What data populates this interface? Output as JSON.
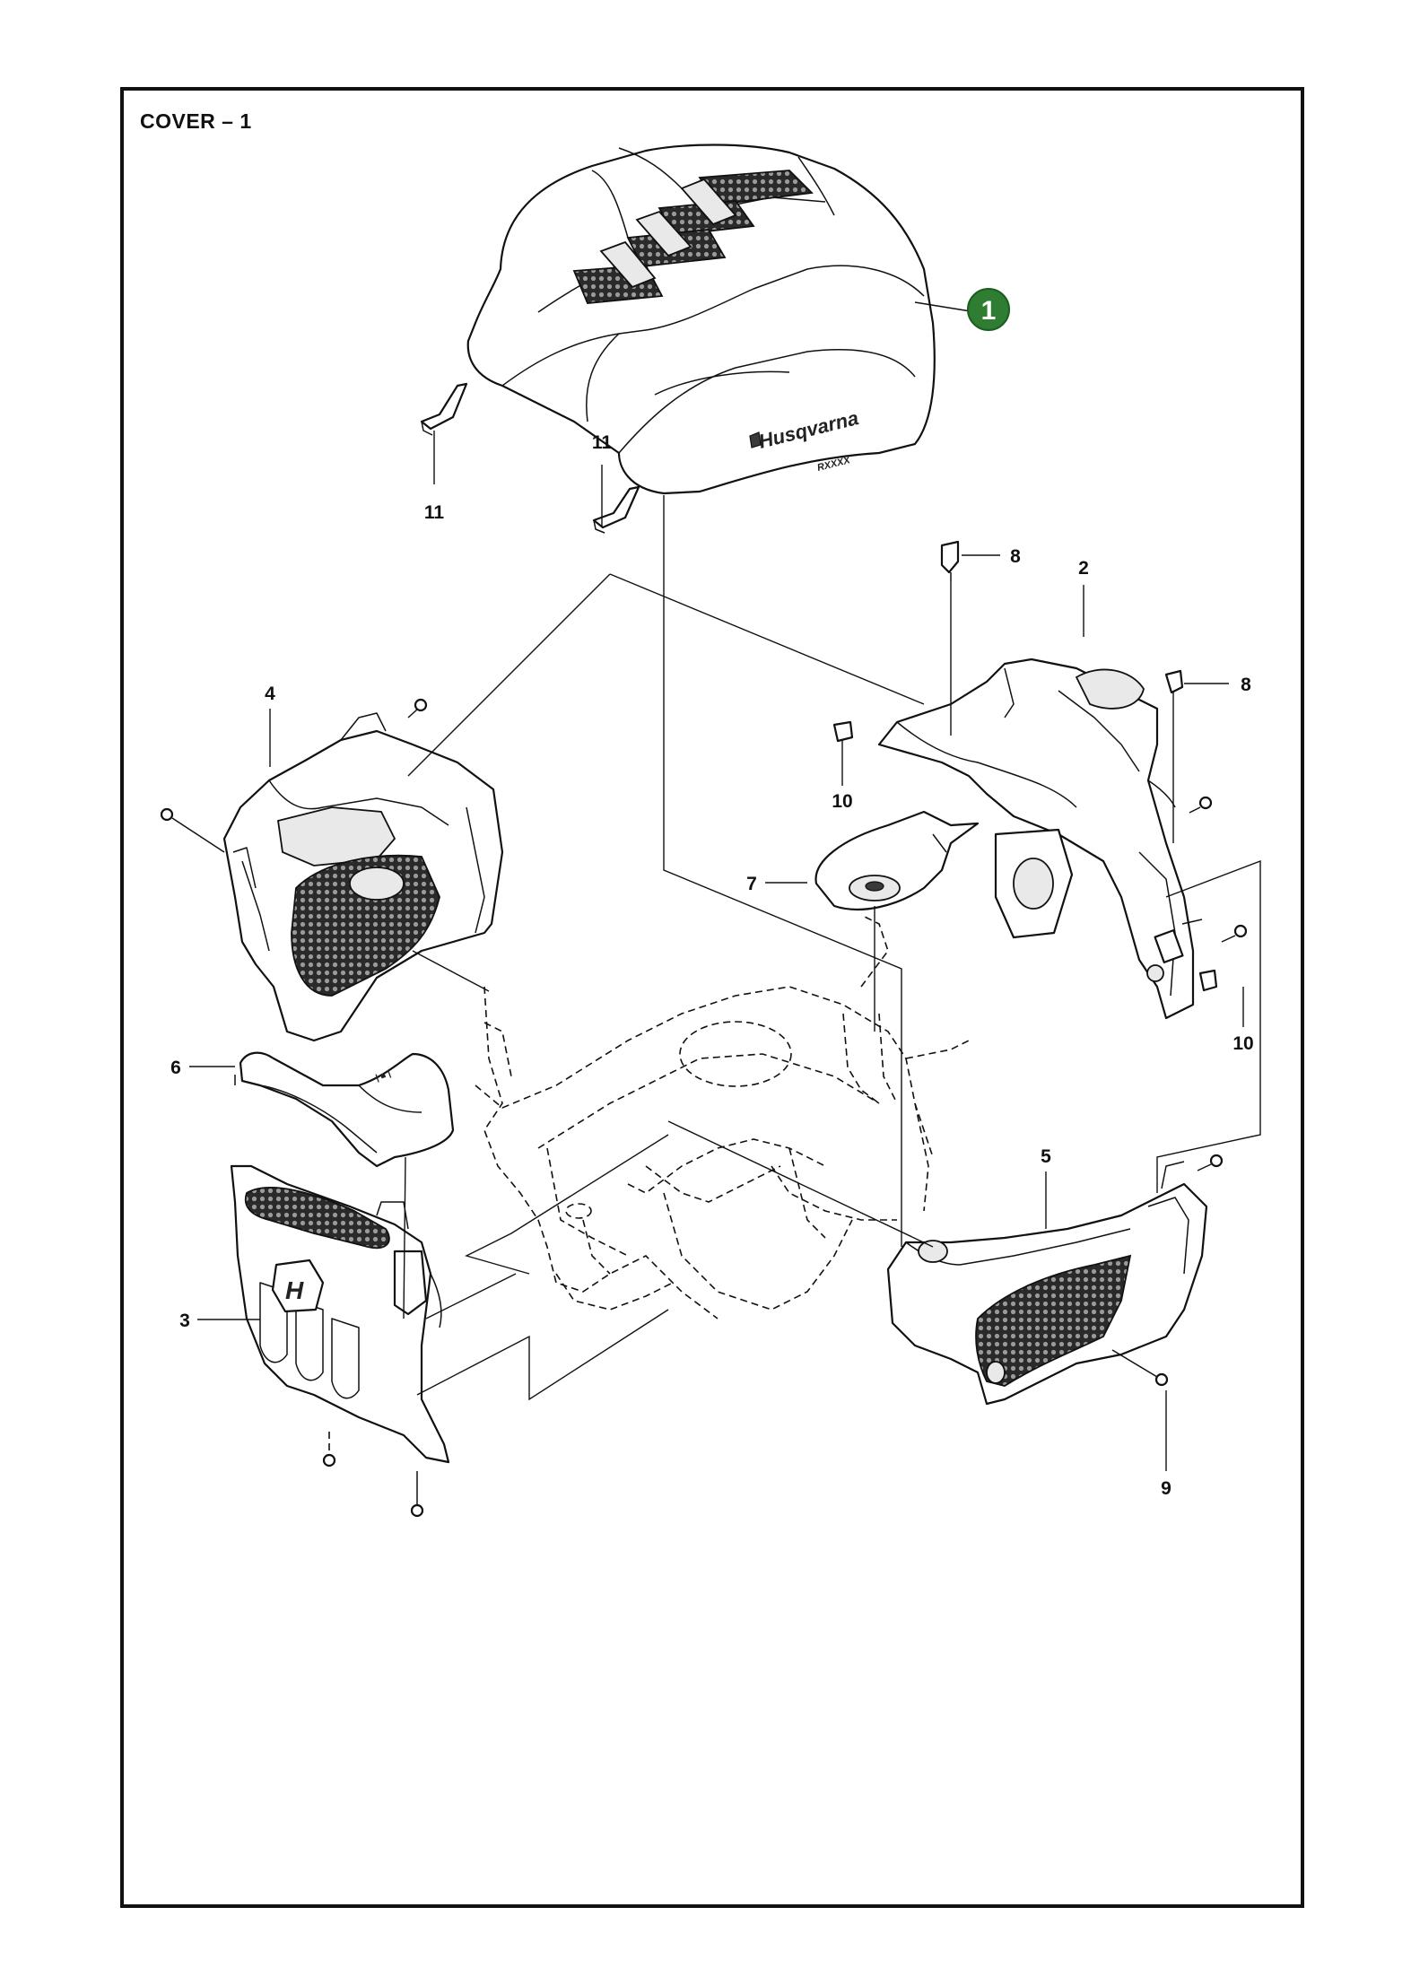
{
  "title": "COVER – 1",
  "colors": {
    "highlight": "#2e7d32",
    "line": "#111111"
  },
  "callout_highlight": {
    "number": "1"
  },
  "labels": {
    "l11a": "11",
    "l11b": "11",
    "l8a": "8",
    "l2": "2",
    "l8b": "8",
    "l4": "4",
    "l10a": "10",
    "l7": "7",
    "l10b": "10",
    "l6": "6",
    "l5": "5",
    "l3": "3",
    "l9": "9"
  },
  "logo": {
    "brand": "Husqvarna",
    "model": "RXXXX"
  }
}
